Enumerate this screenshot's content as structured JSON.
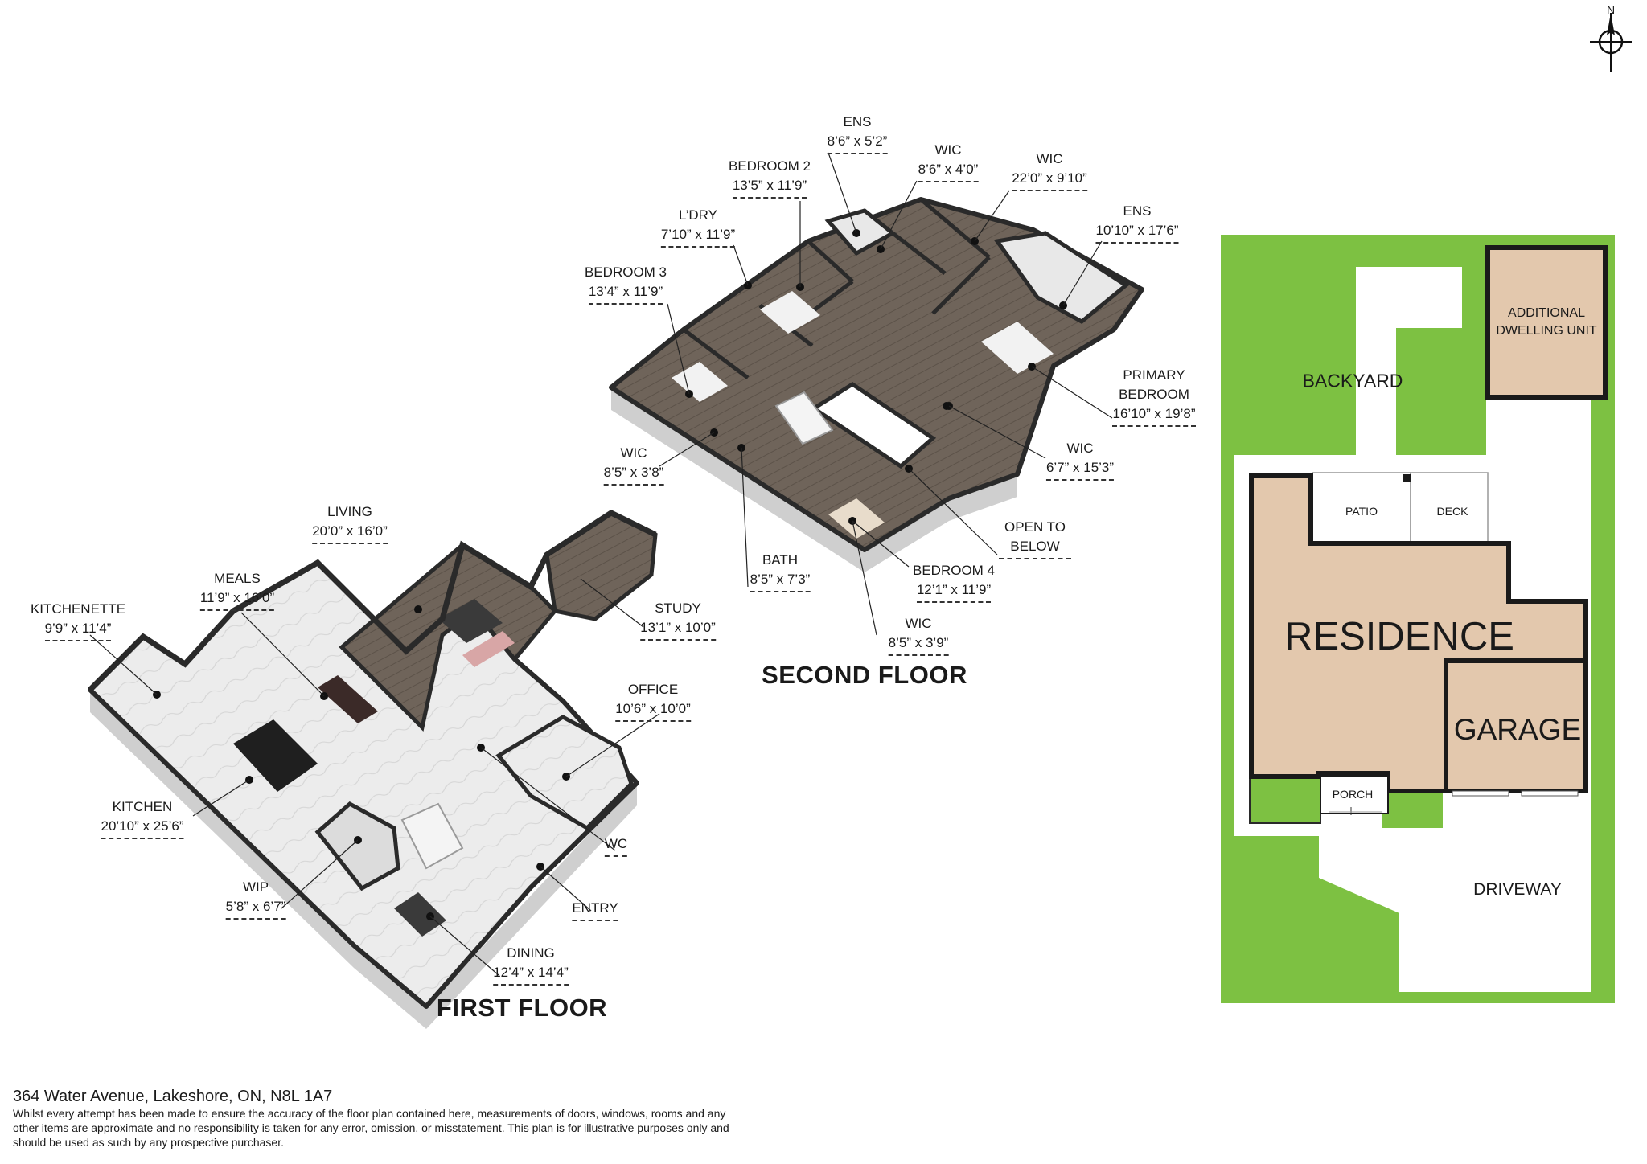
{
  "floors": {
    "first": "FIRST FLOOR",
    "second": "SECOND FLOOR"
  },
  "rooms_first": [
    {
      "name": "LIVING",
      "dims": "20’0” x 16’0”"
    },
    {
      "name": "MEALS",
      "dims": "11’9” x 16’0”"
    },
    {
      "name": "KITCHENETTE",
      "dims": "9’9” x 11’4”"
    },
    {
      "name": "STUDY",
      "dims": "13’1” x 10’0”"
    },
    {
      "name": "OFFICE",
      "dims": "10’6” x 10’0”"
    },
    {
      "name": "KITCHEN",
      "dims": "20’10” x 25’6”"
    },
    {
      "name": "WC",
      "dims": ""
    },
    {
      "name": "WIP",
      "dims": "5’8” x 6’7”"
    },
    {
      "name": "ENTRY",
      "dims": ""
    },
    {
      "name": "DINING",
      "dims": "12’4” x 14’4”"
    }
  ],
  "rooms_second": [
    {
      "name": "ENS",
      "dims": "8’6” x 5’2”"
    },
    {
      "name": "BEDROOM 2",
      "dims": "13’5” x 11’9”"
    },
    {
      "name": "WIC",
      "dims": "8’6” x 4’0”"
    },
    {
      "name": "WIC",
      "dims": "22’0” x 9’10”"
    },
    {
      "name": "L’DRY",
      "dims": "7’10” x 11’9”"
    },
    {
      "name": "ENS",
      "dims": "10’10” x 17’6”"
    },
    {
      "name": "BEDROOM 3",
      "dims": "13’4” x 11’9”"
    },
    {
      "name": "PRIMARY BEDROOM",
      "dims": "16’10” x 19’8”"
    },
    {
      "name": "WIC",
      "dims": "8’5” x 3’8”"
    },
    {
      "name": "WIC",
      "dims": "6’7” x 15’3”"
    },
    {
      "name": "OPEN TO BELOW",
      "dims": ""
    },
    {
      "name": "BATH",
      "dims": "8’5” x 7’3”"
    },
    {
      "name": "BEDROOM 4",
      "dims": "12’1” x 11’9”"
    },
    {
      "name": "WIC",
      "dims": "8’5” x 3’9”"
    }
  ],
  "site": {
    "backyard": "BACKYARD",
    "adu": "ADDITIONAL DWELLING UNIT",
    "patio": "PATIO",
    "deck": "DECK",
    "residence": "RESIDENCE",
    "garage": "GARAGE",
    "porch": "PORCH",
    "driveway": "DRIVEWAY"
  },
  "compass_label": "N",
  "colors": {
    "lawn": "#7dc142",
    "building": "#e3c8ad",
    "floor_wood": "#6b5f55",
    "floor_tile": "#e6e6e6",
    "wall_top": "#2a2a2a"
  },
  "footer": {
    "address": "364 Water Avenue, Lakeshore, ON, N8L 1A7",
    "disclaimer": "Whilst every attempt has been made to ensure the accuracy of the floor plan contained here, measurements of doors, windows, rooms and any other items are approximate and no responsibility is taken for any error, omission, or misstatement. This plan is for illustrative purposes only and should be used as such by any prospective purchaser."
  }
}
